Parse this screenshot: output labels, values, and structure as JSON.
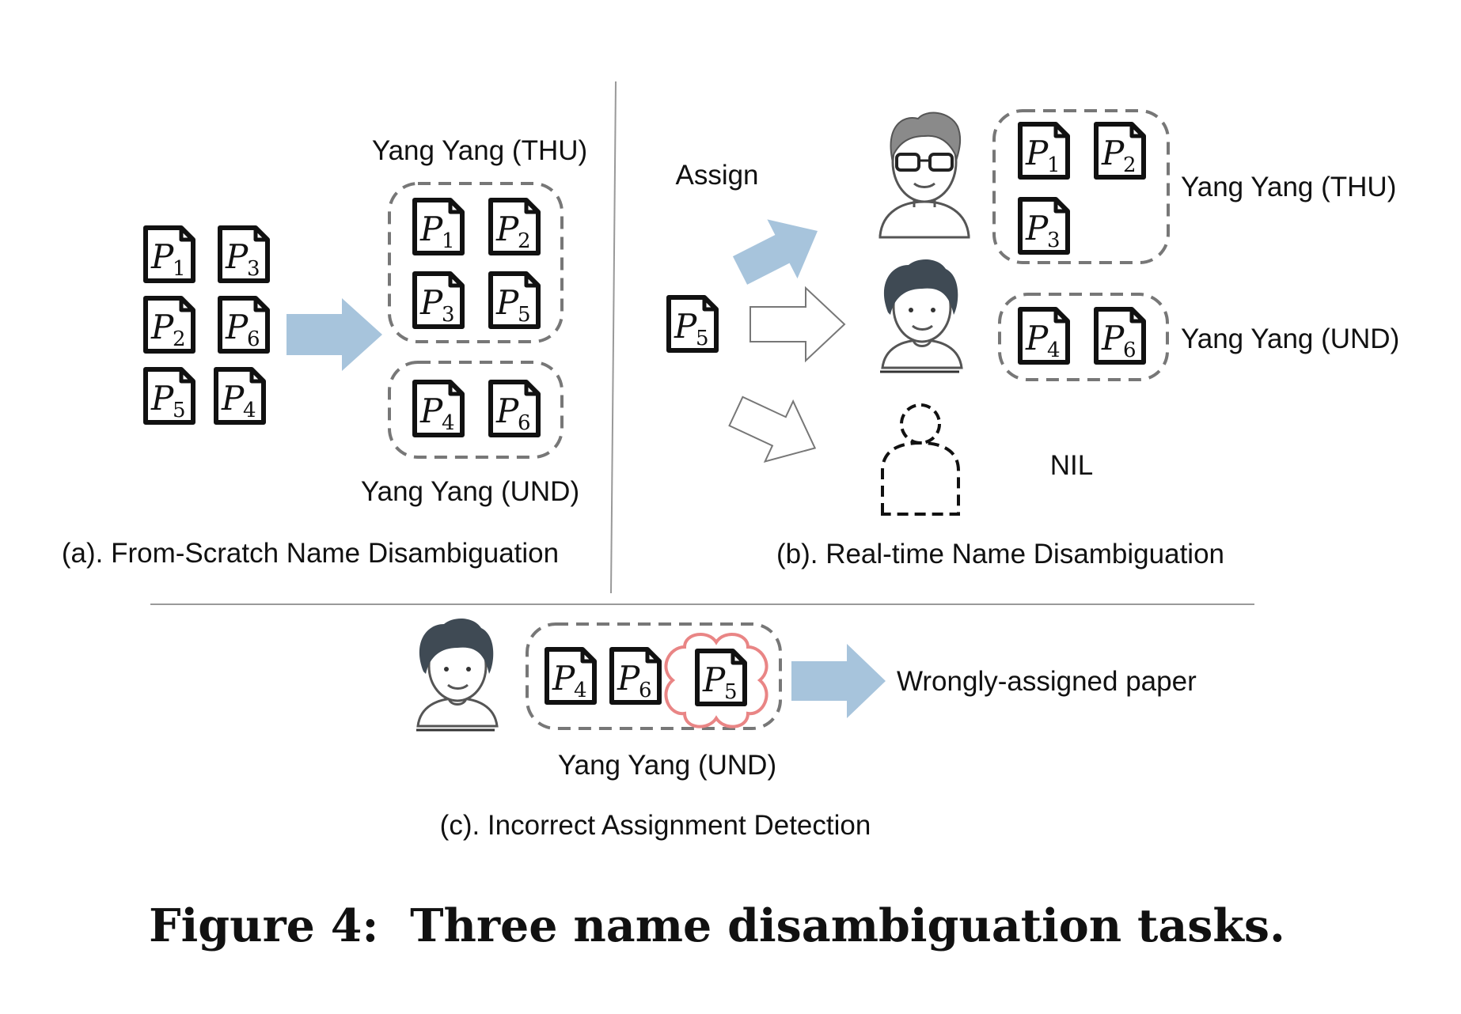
{
  "panels": {
    "a": {
      "caption": "(a). From-Scratch Name Disambiguation",
      "input_papers": [
        {
          "letter": "P",
          "sub": "1"
        },
        {
          "letter": "P",
          "sub": "3"
        },
        {
          "letter": "P",
          "sub": "2"
        },
        {
          "letter": "P",
          "sub": "6"
        },
        {
          "letter": "P",
          "sub": "5"
        },
        {
          "letter": "P",
          "sub": "4"
        }
      ],
      "cluster_thu": {
        "label": "Yang Yang (THU)",
        "papers": [
          {
            "letter": "P",
            "sub": "1"
          },
          {
            "letter": "P",
            "sub": "2"
          },
          {
            "letter": "P",
            "sub": "3"
          },
          {
            "letter": "P",
            "sub": "5"
          }
        ]
      },
      "cluster_und": {
        "label": "Yang Yang (UND)",
        "papers": [
          {
            "letter": "P",
            "sub": "4"
          },
          {
            "letter": "P",
            "sub": "6"
          }
        ]
      }
    },
    "b": {
      "caption": "(b). Real-time Name Disambiguation",
      "assign_label": "Assign",
      "new_paper": {
        "letter": "P",
        "sub": "5"
      },
      "cluster_thu": {
        "label": "Yang Yang (THU)",
        "papers": [
          {
            "letter": "P",
            "sub": "1"
          },
          {
            "letter": "P",
            "sub": "2"
          },
          {
            "letter": "P",
            "sub": "3"
          }
        ]
      },
      "cluster_und": {
        "label": "Yang Yang (UND)",
        "papers": [
          {
            "letter": "P",
            "sub": "4"
          },
          {
            "letter": "P",
            "sub": "6"
          }
        ]
      },
      "nil_label": "NIL"
    },
    "c": {
      "caption": "(c). Incorrect Assignment Detection",
      "cluster": {
        "label": "Yang Yang (UND)",
        "papers": [
          {
            "letter": "P",
            "sub": "4"
          },
          {
            "letter": "P",
            "sub": "6"
          }
        ],
        "wrong_paper": {
          "letter": "P",
          "sub": "5"
        }
      },
      "result_label": "Wrongly-assigned paper"
    }
  },
  "figure_title": "Figure 4:  Three name disambiguation tasks.",
  "colors": {
    "arrow_fill": "#a7c4dc",
    "dashed_border": "#777777",
    "highlight": "#e98585",
    "ink": "#111111",
    "divider": "#999999"
  }
}
